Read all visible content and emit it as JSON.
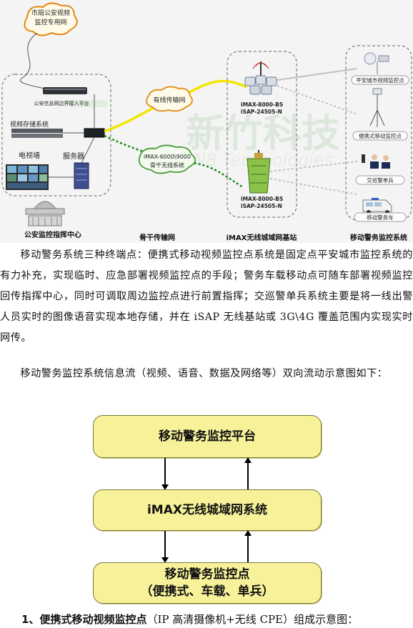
{
  "diagram": {
    "cloud_city": "市局公安视频监控专用网",
    "platform_label": "公安信息网边界接入平台",
    "storage_label": "视频存储系统",
    "tv_wall_label": "电视墙",
    "server_label": "服务器",
    "wired_cloud": "有线传输网",
    "wireless_cloud_line1": "iMAX-6000\\9000",
    "wireless_cloud_line2": "骨干无线系统",
    "station_top_line1": "iMAX-8000-BS",
    "station_top_line2": "iSAP-24505-N",
    "station_bottom_line1": "iMAX-8000-BS",
    "station_bottom_line2": "iSAP-24505-N",
    "device_1": "平安城市视频监控点",
    "device_2": "便携式移动监控点",
    "device_3": "交巡警单兵",
    "device_4": "移动警务车",
    "section_center": "公安监控指挥中心",
    "section_backbone": "骨干传输网",
    "section_station": "iMAX无线城域网基站",
    "section_mobile": "移动警务监控系统",
    "watermark_cn": "新竹科技",
    "watermark_en": "N8 Technologies"
  },
  "text": {
    "para1": "移动警务系统三种终端点：便携式移动视频监控点系统是固定点平安城市监控系统的有力补充，实现临时、应急部署视频监控点的手段；警务车载移动点可随车部署视频监控回传指挥中心，同时可调取周边监控点进行前置指挥；交巡警单兵系统主要是将一线出警人员实时的图像语音实现本地存储，并在 iSAP 无线基站或 3G\\4G 覆盖范围内实现实时网传。",
    "para2": "移动警务监控系统信息流（视频、语音、数据及网络等）双向流动示意图如下："
  },
  "flow": {
    "box1": "移动警务监控平台",
    "box2": "iMAX无线城域网系统",
    "box3_line1": "移动警务监控点",
    "box3_line2": "（便携式、车载、单兵）"
  },
  "caption": {
    "number": "1、",
    "bold": "便携式移动视频监控点",
    "rest": "（IP 高清摄像机+无线 CPE）组成示意图："
  },
  "colors": {
    "panel_bg": "#f4f4f4",
    "flow_box": "#f7f29a",
    "wired_line": "#f2e600",
    "wireless_line": "#1a8a1a",
    "station_line": "#c0c0c0",
    "watermark": "#dde8dc"
  }
}
